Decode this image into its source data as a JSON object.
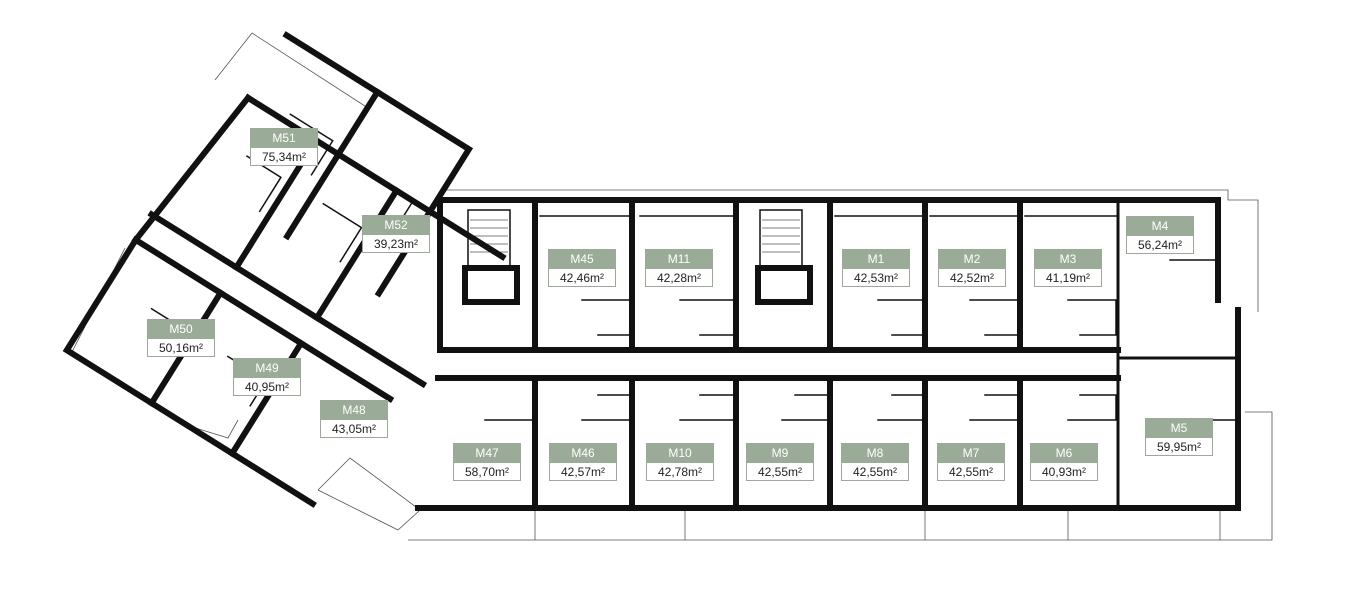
{
  "apartments": [
    {
      "id": "M51",
      "area": "75,34m²"
    },
    {
      "id": "M52",
      "area": "39,23m²"
    },
    {
      "id": "M50",
      "area": "50,16m²"
    },
    {
      "id": "M49",
      "area": "40,95m²"
    },
    {
      "id": "M48",
      "area": "43,05m²"
    },
    {
      "id": "M45",
      "area": "42,46m²"
    },
    {
      "id": "M11",
      "area": "42,28m²"
    },
    {
      "id": "M1",
      "area": "42,53m²"
    },
    {
      "id": "M2",
      "area": "42,52m²"
    },
    {
      "id": "M3",
      "area": "41,19m²"
    },
    {
      "id": "M4",
      "area": "56,24m²"
    },
    {
      "id": "M47",
      "area": "58,70m²"
    },
    {
      "id": "M46",
      "area": "42,57m²"
    },
    {
      "id": "M10",
      "area": "42,78m²"
    },
    {
      "id": "M9",
      "area": "42,55m²"
    },
    {
      "id": "M8",
      "area": "42,55m²"
    },
    {
      "id": "M7",
      "area": "42,55m²"
    },
    {
      "id": "M6",
      "area": "40,93m²"
    },
    {
      "id": "M5",
      "area": "59,95m²"
    }
  ],
  "colors": {
    "label_fill": "#9aab97",
    "wall": "#111111"
  }
}
